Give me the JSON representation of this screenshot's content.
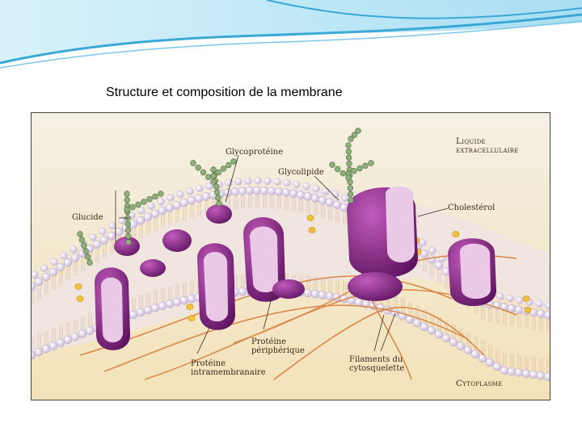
{
  "slide": {
    "title": "Structure et composition de la membrane"
  },
  "diagram": {
    "labels": {
      "liquide_extracellulaire_1": "Liquide",
      "liquide_extracellulaire_2": "extracellulaire",
      "glycoproteine": "Glycoprotéine",
      "glycolipide": "Glycolipide",
      "glucide": "Glucide",
      "cholesterol": "Cholestérol",
      "proteine_peripherique_1": "Protéine",
      "proteine_peripherique_2": "périphérique",
      "proteine_intramembranaire_1": "Protéine",
      "proteine_intramembranaire_2": "intramembranaire",
      "filaments_1": "Filaments du",
      "filaments_2": "cytosquelette",
      "cytoplasme": "Cytoplasme"
    },
    "colors": {
      "banner_light": "#c9ecf8",
      "banner_dark": "#3aa9d6",
      "protein": "#8a2e86",
      "protein_light": "#e9c9e6",
      "lipid_head": "#d9cbe3",
      "glucide_chain": "#7a9a6a",
      "cholesterol": "#f0c23a",
      "filament": "#d98a4a",
      "background": "#f6eed5"
    }
  }
}
